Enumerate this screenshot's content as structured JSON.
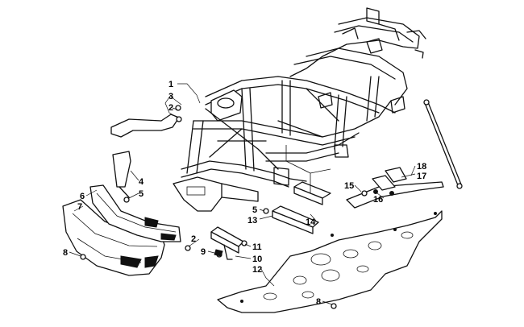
{
  "callouts": [
    "1",
    "3",
    "2",
    "4",
    "5",
    "6",
    "7",
    "8",
    "5",
    "13",
    "14",
    "2",
    "9",
    "11",
    "10",
    "12",
    "15",
    "16",
    "18",
    "17",
    "8"
  ]
}
